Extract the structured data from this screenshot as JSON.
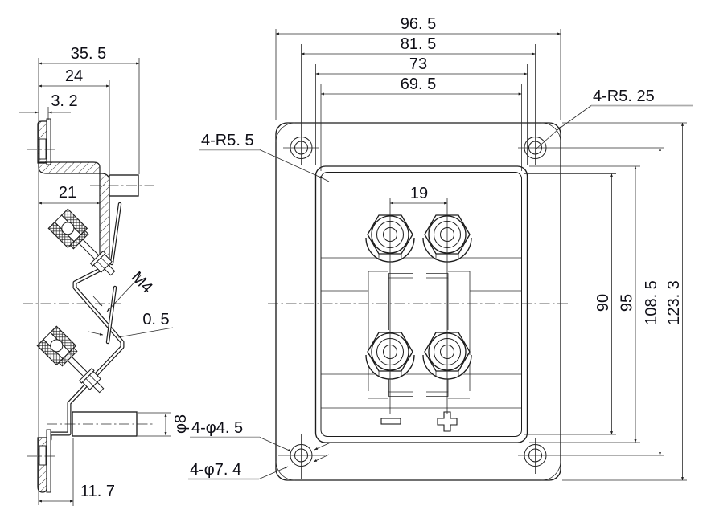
{
  "drawing": {
    "background": "#ffffff",
    "line_color": "#1c1c1c",
    "text_color": "#0e0e16",
    "leader_shelf_color": "#ababab",
    "side_view": {
      "dim_overall_depth": "35. 5",
      "dim_flange_depth": "24",
      "dim_wall_thickness": "3. 2",
      "dim_recess_depth": "21",
      "dim_thread": "M4",
      "dim_sheet_thickness": "0. 5",
      "dim_boss_diameter": "φ8",
      "dim_bottom_offset": "11. 7"
    },
    "front_view": {
      "dim_overall_width": "96. 5",
      "dim_hole_spacing_width": "81. 5",
      "dim_recess_width": "73",
      "dim_recess_inner_width": "69. 5",
      "dim_post_spacing": "19",
      "dim_recess_inner_height": "90",
      "dim_recess_height": "95",
      "dim_hole_spacing_height": "108. 5",
      "dim_overall_height": "123. 3",
      "label_corner_radius_inner": "4-R5. 5",
      "label_corner_radius_outer": "4-R5. 25",
      "label_hole_diameter": "4-φ4. 5",
      "label_counterbore_diameter": "4-φ7. 4",
      "polarity_markers": [
        "−",
        "+"
      ]
    }
  }
}
